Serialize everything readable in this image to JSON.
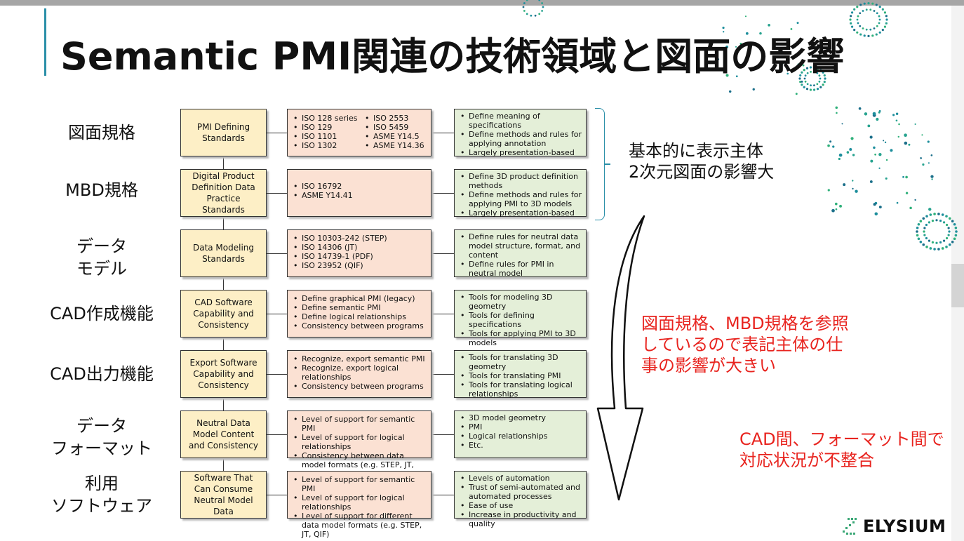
{
  "title": "Semantic PMI関連の技術領域と図面の影響",
  "rows": [
    {
      "label_lines": [
        "図面規格"
      ],
      "yellow": "PMI Defining Standards",
      "pink_col1": [
        "ISO 128 series",
        "ISO 129",
        "ISO 1101",
        "ISO 1302"
      ],
      "pink_col2": [
        "ISO 2553",
        "ISO 5459",
        "ASME Y14.5",
        "ASME Y14.36"
      ],
      "green": [
        "Define meaning of specifications",
        "Define methods and rules for applying annotation",
        "Largely presentation-based"
      ]
    },
    {
      "label_lines": [
        "MBD規格"
      ],
      "yellow": "Digital Product Definition Data Practice Standards",
      "pink": [
        "ISO 16792",
        "ASME Y14.41"
      ],
      "green": [
        "Define 3D product definition methods",
        "Define methods and rules for applying PMI to 3D models",
        "Largely presentation-based"
      ]
    },
    {
      "label_lines": [
        "データ",
        "モデル"
      ],
      "yellow": "Data Modeling Standards",
      "pink": [
        "ISO 10303-242 (STEP)",
        "ISO 14306 (JT)",
        "ISO 14739-1 (PDF)",
        "ISO 23952 (QIF)"
      ],
      "green": [
        "Define rules for neutral data model structure, format, and content",
        "Define rules for PMI in neutral model"
      ]
    },
    {
      "label_lines": [
        "CAD作成機能"
      ],
      "yellow": "CAD Software Capability and Consistency",
      "pink": [
        "Define graphical PMI (legacy)",
        "Define semantic PMI",
        "Define logical relationships",
        "Consistency between programs"
      ],
      "green": [
        "Tools for modeling 3D geometry",
        "Tools for defining specifications",
        "Tools for applying PMI to 3D models"
      ]
    },
    {
      "label_lines": [
        "CAD出力機能"
      ],
      "yellow": "Export Software Capability and Consistency",
      "pink": [
        "Recognize, export semantic PMI",
        "Recognize, export logical relationships",
        "Consistency between programs"
      ],
      "green": [
        "Tools for translating 3D geometry",
        "Tools for translating PMI",
        "Tools for translating logical relationships"
      ]
    },
    {
      "label_lines": [
        "データ",
        "フォーマット"
      ],
      "yellow": "Neutral Data Model Content and Consistency",
      "pink": [
        "Level of support for semantic PMI",
        "Level of support for logical relationships",
        "Consistency between data model formats (e.g. STEP, JT, QIF)"
      ],
      "green": [
        "3D model geometry",
        "PMI",
        "Logical relationships",
        "Etc."
      ]
    },
    {
      "label_lines": [
        "利用",
        "ソフトウェア"
      ],
      "yellow": "Software That Can Consume Neutral Model Data",
      "pink": [
        "Level of support for semantic PMI",
        "Level of support for logical relationships",
        "Level of support for different data model formats (e.g. STEP, JT, QIF)"
      ],
      "green": [
        "Levels of automation",
        "Trust of semi-automated and automated processes",
        "Ease of use",
        "Increase in productivity and quality"
      ]
    }
  ],
  "note_black": [
    "基本的に表示主体",
    "2次元図面の影響大"
  ],
  "note_red_1": [
    "図面規格、MBD規格を参照",
    "しているので表記主体の仕",
    "事の影響が大きい"
  ],
  "note_red_2": [
    "CAD間、フォーマット間で",
    "対応状況が不整合"
  ],
  "logo": "ELYSIUM",
  "colors": {
    "yellow": "#fdefc6",
    "pink": "#fbe1d3",
    "green": "#e4efd8",
    "accent": "#2b8fa8",
    "red": "#e8241f"
  }
}
